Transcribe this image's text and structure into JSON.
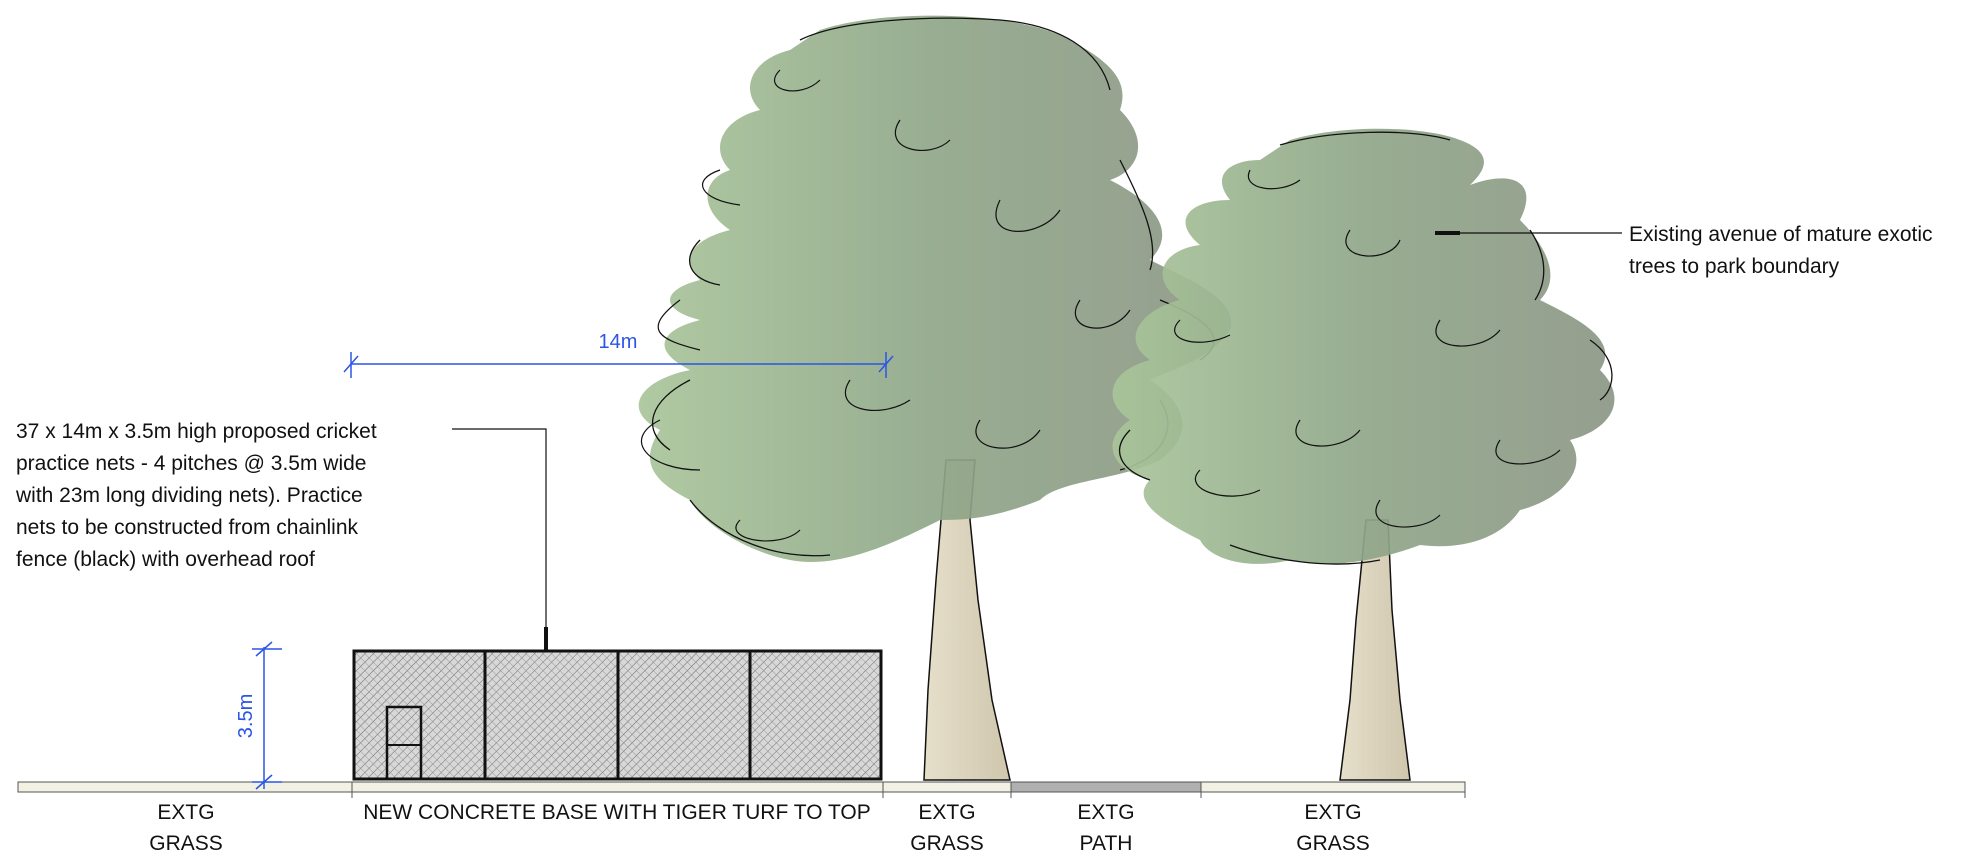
{
  "title": "",
  "dimensions": {
    "width_label": "14m",
    "height_label": "3.5m"
  },
  "annotations": {
    "nets_note": [
      "37 x 14m x 3.5m high proposed cricket",
      "practice nets - 4 pitches @ 3.5m wide",
      "with 23m long dividing nets). Practice",
      "nets to be constructed from chainlink",
      "fence (black) with overhead roof"
    ],
    "trees_note": [
      "Existing avenue of mature exotic",
      "trees to park boundary"
    ]
  },
  "ground_labels": {
    "extg_grass_left": [
      "EXTG",
      "GRASS"
    ],
    "new_base": "NEW CONCRETE BASE WITH TIGER TURF TO TOP",
    "extg_grass_mid": [
      "EXTG",
      "GRASS"
    ],
    "extg_path": [
      "EXTG",
      "PATH"
    ],
    "extg_grass_right": [
      "EXTG",
      "GRASS"
    ]
  },
  "colors": {
    "dimension": "#2b55e6",
    "foliage": "#8fa98a",
    "trunk": "#d9d2bd",
    "path": "#b0b0b0",
    "ground": "#f1f1e4",
    "mesh": "#c8c8c8"
  }
}
